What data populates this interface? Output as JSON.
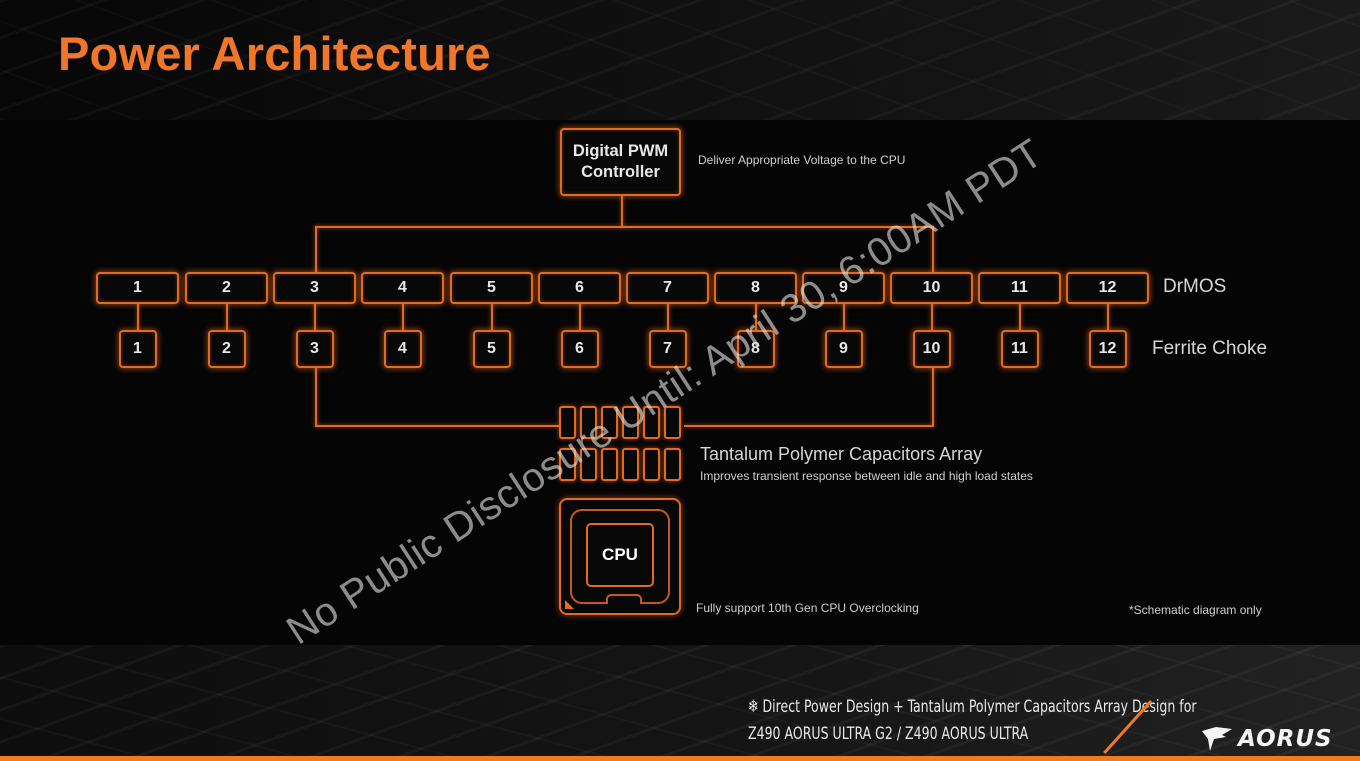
{
  "title": "Power Architecture",
  "pwm": {
    "line1": "Digital PWM",
    "line2": "Controller",
    "note": "Deliver Appropriate Voltage to the CPU"
  },
  "drmos": {
    "label": "DrMOS",
    "items": [
      "1",
      "2",
      "3",
      "4",
      "5",
      "6",
      "7",
      "8",
      "9",
      "10",
      "11",
      "12"
    ]
  },
  "choke": {
    "label": "Ferrite Choke",
    "items": [
      "1",
      "2",
      "3",
      "4",
      "5",
      "6",
      "7",
      "8",
      "9",
      "10",
      "11",
      "12"
    ]
  },
  "capacitors": {
    "title": "Tantalum Polymer Capacitors Array",
    "subtitle": "Improves transient response between idle and high load states"
  },
  "cpu": {
    "label": "CPU",
    "note": "Fully support 10th Gen CPU Overclocking"
  },
  "schematic_note": "*Schematic diagram only",
  "watermark": "No Public Disclosure Until: April 30, 6:00AM PDT",
  "footer": {
    "line1": "❄ Direct Power Design + Tantalum Polymer Capacitors Array Design for",
    "line2": "Z490 AORUS ULTRA G2 / Z490 AORUS ULTRA"
  },
  "logo": {
    "text": "AORUS"
  },
  "colors": {
    "accent": "#f0762a",
    "glow": "#e46a1c",
    "background": "#050505"
  }
}
